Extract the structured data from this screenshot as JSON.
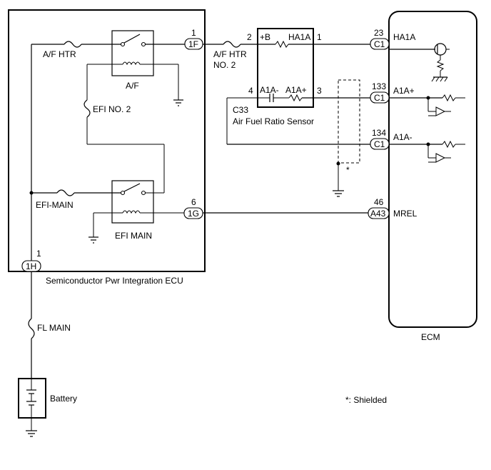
{
  "labels": {
    "spi_ecu": "Semiconductor Pwr Integration ECU",
    "ecm": "ECM",
    "sensor_name": "Air Fuel Ratio Sensor",
    "sensor_code": "C33",
    "battery": "Battery",
    "shield_note": "*: Shielded",
    "shield_star": "*"
  },
  "fuses": {
    "af_htr": "A/F HTR",
    "af_htr_no2_line1": "A/F HTR",
    "af_htr_no2_line2": "NO. 2",
    "efi_no2": "EFI NO. 2",
    "efi_main_fuse": "EFI-MAIN",
    "fl_main": "FL MAIN"
  },
  "relays": {
    "af": "A/F",
    "efi_main": "EFI MAIN"
  },
  "connectors": {
    "c_1f": "1F",
    "c_1f_pin": "1",
    "c_1g": "1G",
    "c_1g_pin": "6",
    "c_1h": "1H",
    "c_1h_pin": "1",
    "c1_ha1a": "C1",
    "c1_ha1a_pin": "23",
    "c1_a1ap": "C1",
    "c1_a1ap_pin": "133",
    "c1_a1am": "C1",
    "c1_a1am_pin": "134",
    "a43": "A43",
    "a43_pin": "46"
  },
  "sensor_pins": {
    "pin2": "2",
    "pin1": "1",
    "pin4": "4",
    "pin3": "3",
    "plus_b": "+B",
    "ha1a": "HA1A",
    "a1a_minus": "A1A-",
    "a1a_plus": "A1A+"
  },
  "ecm_terminals": {
    "ha1a": "HA1A",
    "a1a_plus": "A1A+",
    "a1a_minus": "A1A-",
    "mrel": "MREL"
  }
}
